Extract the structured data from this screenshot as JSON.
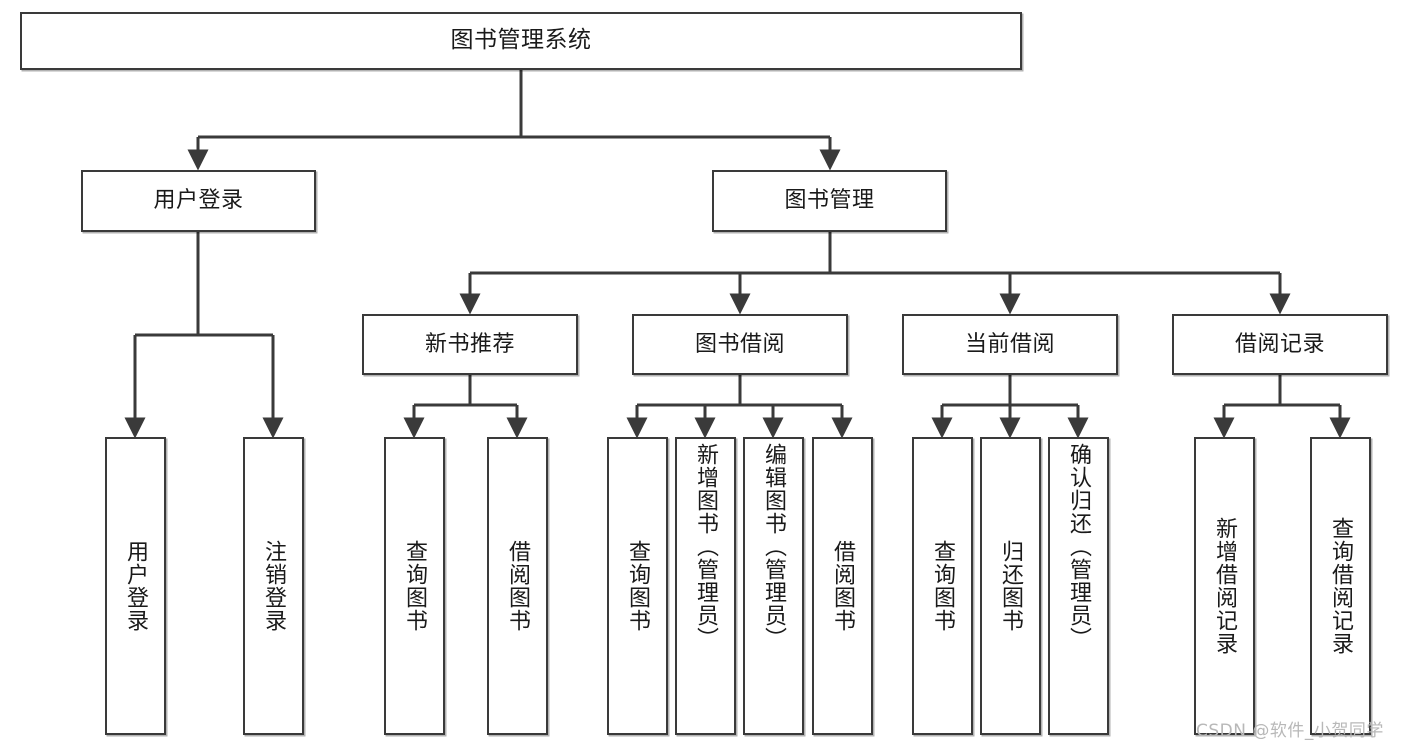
{
  "diagram": {
    "title": "图书管理系统",
    "type": "tree-hierarchy-diagram",
    "colors": {
      "box_border": "#3a3a3a",
      "box_fill": "#ffffff",
      "connector": "#3a3a3a",
      "text": "#1a1a1a",
      "watermark": "#b8b8b8",
      "background": "#ffffff"
    },
    "root": {
      "label": "图书管理系统"
    },
    "level1": [
      {
        "label": "用户登录"
      },
      {
        "label": "图书管理"
      }
    ],
    "level2": [
      {
        "label": "新书推荐"
      },
      {
        "label": "图书借阅"
      },
      {
        "label": "当前借阅"
      },
      {
        "label": "借阅记录"
      }
    ],
    "leaves": {
      "user_login": [
        {
          "label": "用户登录"
        },
        {
          "label": "注销登录"
        }
      ],
      "new_book_recommend": [
        {
          "label": "查询图书"
        },
        {
          "label": "借阅图书"
        }
      ],
      "book_borrow": [
        {
          "label": "查询图书"
        },
        {
          "label": "新增图书（管理员）"
        },
        {
          "label": "编辑图书（管理员）"
        },
        {
          "label": "借阅图书"
        }
      ],
      "current_borrow": [
        {
          "label": "查询图书"
        },
        {
          "label": "归还图书"
        },
        {
          "label": "确认归还（管理员）"
        }
      ],
      "borrow_record": [
        {
          "label": "新增借阅记录"
        },
        {
          "label": "查询借阅记录"
        }
      ]
    }
  },
  "watermark": {
    "text": "CSDN @软件_小贺同学"
  }
}
